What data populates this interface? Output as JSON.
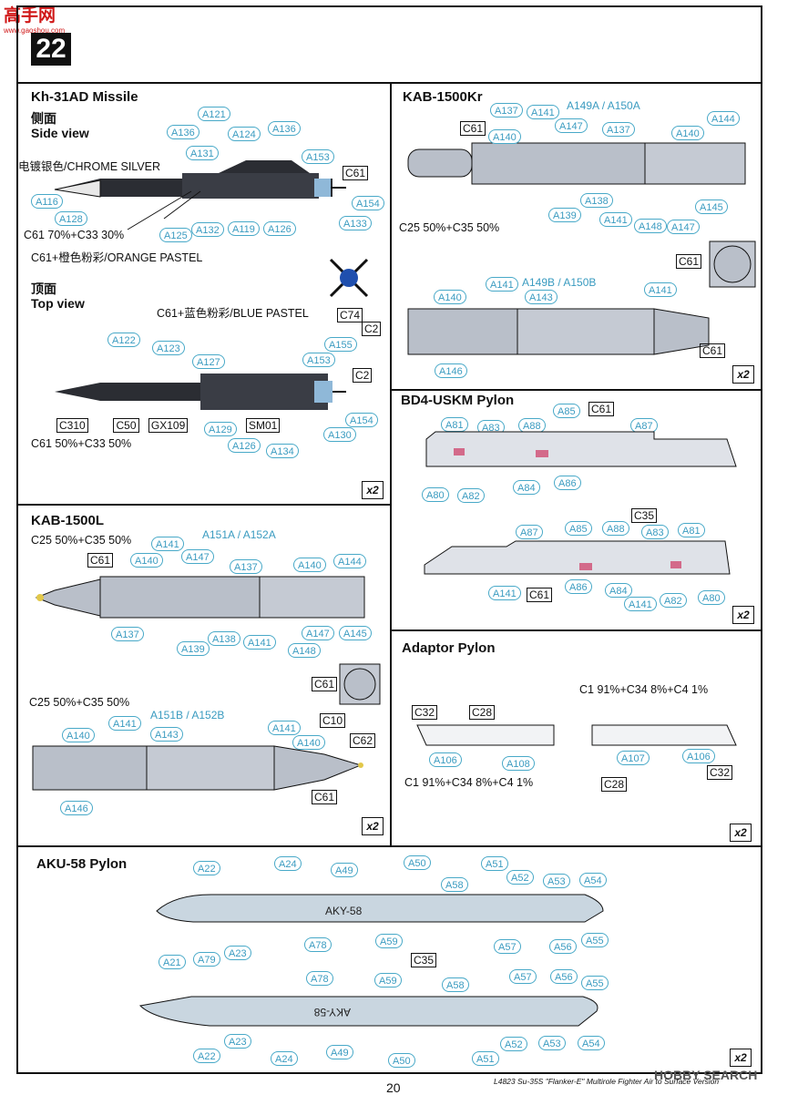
{
  "watermark_top": {
    "text": "高手网",
    "url": "www.gaoshou.com"
  },
  "watermark_bottom": "HOBBY SEARCH",
  "step_number": "22",
  "page_number": "20",
  "footer": "L4823 Su-35S \"Flanker-E\" Multirole Fighter Air to Surface Version",
  "multiplier": "x2",
  "colors": {
    "callout": "#3a9bc0",
    "line": "#111111",
    "part_grey": "#b9bfc9",
    "part_dark": "#2b2d33"
  },
  "kh31": {
    "title": "Kh-31AD Missile",
    "side_title_cn": "侧面",
    "side_title_en": "Side view",
    "top_title_cn": "顶面",
    "top_title_en": "Top view",
    "note_chrome": "电镀银色/CHROME SILVER",
    "note_mix1": "C61 70%+C33 30%",
    "note_orange": "C61+橙色粉彩/ORANGE PASTEL",
    "note_blue": "C61+蓝色粉彩/BLUE PASTEL",
    "note_mix2": "C61 50%+C33 50%",
    "ref_c61": "C61",
    "ref_c74": "C74",
    "ref_c2": "C2",
    "ref_c310": "C310",
    "ref_c50": "C50",
    "ref_gx109": "GX109",
    "ref_sm01": "SM01"
  },
  "kab1500kr": {
    "title": "KAB-1500Kr",
    "mix": "C25 50%+C35 50%",
    "label_a": "A149A / A150A",
    "label_b": "A149B / A150B",
    "ref_c61": "C61"
  },
  "bd4": {
    "title": "BD4-USKM Pylon",
    "ref_c61": "C61",
    "ref_c35": "C35"
  },
  "kab1500l": {
    "title": "KAB-1500L",
    "mix": "C25 50%+C35 50%",
    "label_a": "A151A / A152A",
    "label_b": "A151B / A152B",
    "ref_c61": "C61",
    "ref_c10": "C10",
    "ref_c62": "C62"
  },
  "adaptor": {
    "title": "Adaptor Pylon",
    "mix": "C1 91%+C34 8%+C4 1%",
    "ref_c32": "C32",
    "ref_c28": "C28"
  },
  "aku58": {
    "title": "AKU-58 Pylon",
    "ref_c35": "C35",
    "stencil": "AKY-58"
  },
  "callouts": [
    "A116",
    "A128",
    "A121",
    "A136",
    "A131",
    "A124",
    "A136",
    "A153",
    "A154",
    "A133",
    "A125",
    "A132",
    "A119",
    "A126",
    "A122",
    "A123",
    "A127",
    "A155",
    "A153",
    "A154",
    "A129",
    "A126",
    "A134",
    "A130",
    "A137",
    "A141",
    "A147",
    "A137",
    "A140",
    "A144",
    "A138",
    "A139",
    "A141",
    "A148",
    "A147",
    "A145",
    "A140",
    "A141",
    "A143",
    "A141",
    "A146",
    "A81",
    "A83",
    "A88",
    "A85",
    "A87",
    "A80",
    "A82",
    "A84",
    "A86",
    "A87",
    "A85",
    "A88",
    "A83",
    "A81",
    "A141",
    "A86",
    "A84",
    "A141",
    "A82",
    "A80",
    "A141",
    "A140",
    "A147",
    "A137",
    "A140",
    "A144",
    "A137",
    "A139",
    "A138",
    "A141",
    "A148",
    "A147",
    "A145",
    "A140",
    "A141",
    "A143",
    "A141",
    "A140",
    "A146",
    "A106",
    "A108",
    "A107",
    "A106",
    "A22",
    "A24",
    "A49",
    "A50",
    "A51",
    "A52",
    "A53",
    "A54",
    "A58",
    "A78",
    "A59",
    "A57",
    "A56",
    "A55",
    "A21",
    "A79",
    "A23",
    "A78",
    "A59",
    "A58",
    "A57",
    "A56",
    "A55",
    "A23",
    "A22",
    "A24",
    "A49",
    "A50",
    "A51",
    "A52",
    "A53",
    "A54"
  ]
}
